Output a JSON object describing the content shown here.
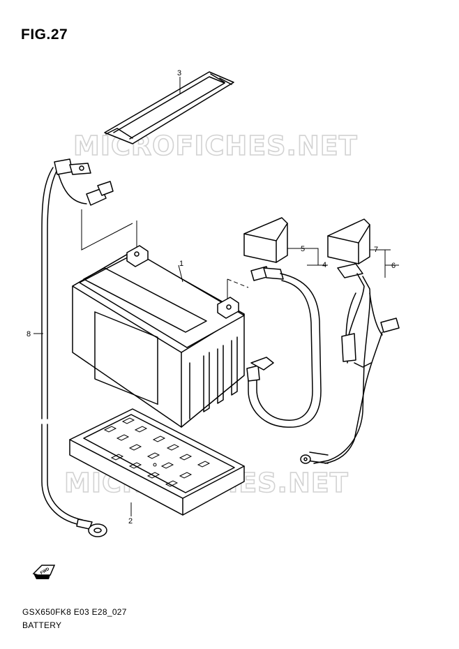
{
  "figure": {
    "title": "FIG.27"
  },
  "watermark": {
    "text": "MICROFICHES.NET"
  },
  "callouts": [
    "1",
    "2",
    "3",
    "4",
    "5",
    "6",
    "7",
    "8"
  ],
  "fwd_label": "FWD",
  "footer": {
    "code": "GSX650FK8 E03 E28_027",
    "name": "BATTERY"
  }
}
